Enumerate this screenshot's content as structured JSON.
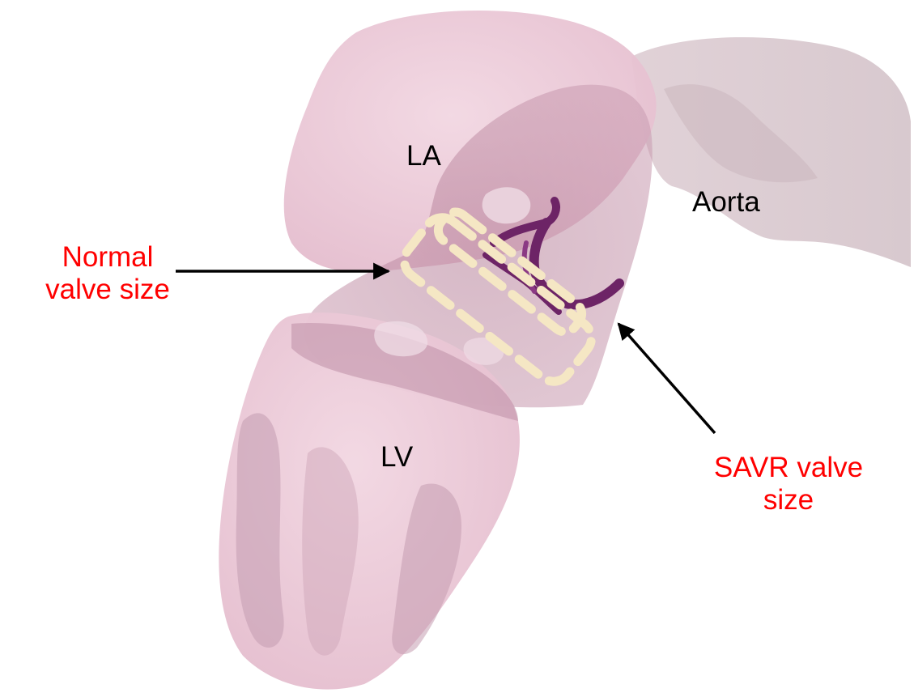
{
  "labels": {
    "la": "LA",
    "aorta": "Aorta",
    "lv": "LV",
    "normal_valve_line1": "Normal",
    "normal_valve_line2": "valve size",
    "savr_valve_line1": "SAVR valve",
    "savr_valve_line2": "size"
  },
  "colors": {
    "anatomical_label": "#000000",
    "annotation_label": "#ff0000",
    "arrow": "#000000",
    "valve_outline": "#f5e7c4",
    "chamber_tissue": "#ebc7d5",
    "tissue_shadow": "#c8a0b2",
    "valve_leaflet": "#6d2466"
  },
  "icons": {
    "heart_model": "3d-heart-surface-render",
    "arrows": "pointer-arrow"
  }
}
